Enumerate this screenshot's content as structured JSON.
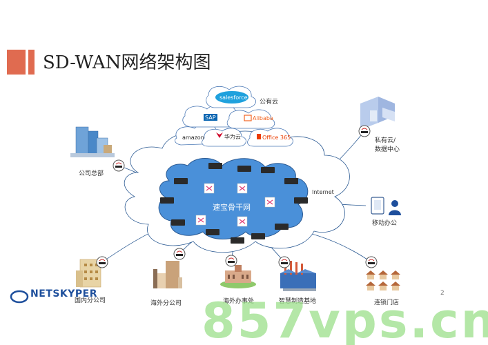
{
  "title": "SD-WAN网络架构图",
  "core_network_label": "速宝骨干网",
  "internet_label": "Internet",
  "public_cloud": {
    "label": "公有云",
    "providers": [
      "salesforce",
      "SAP",
      "Alibaba",
      "amazon",
      "华为云",
      "Office 365"
    ]
  },
  "sites": {
    "hq": "公司总部",
    "private_cloud_line1": "私有云/",
    "private_cloud_line2": "数据中心",
    "mobile": "移动办公",
    "domestic_branch": "国内分公司",
    "overseas_branch": "海外分公司",
    "overseas_office": "海外办事处",
    "factory": "智慧制造基地",
    "chain_store": "连锁门店"
  },
  "logo_text": "NETSKYPER",
  "page_number": "2",
  "watermark": "857vps.cn",
  "colors": {
    "accent": "#e06b50",
    "core_fill": "#4a90d9",
    "logo_blue": "#1e4f9c",
    "watermark_green": "#9be08a"
  }
}
